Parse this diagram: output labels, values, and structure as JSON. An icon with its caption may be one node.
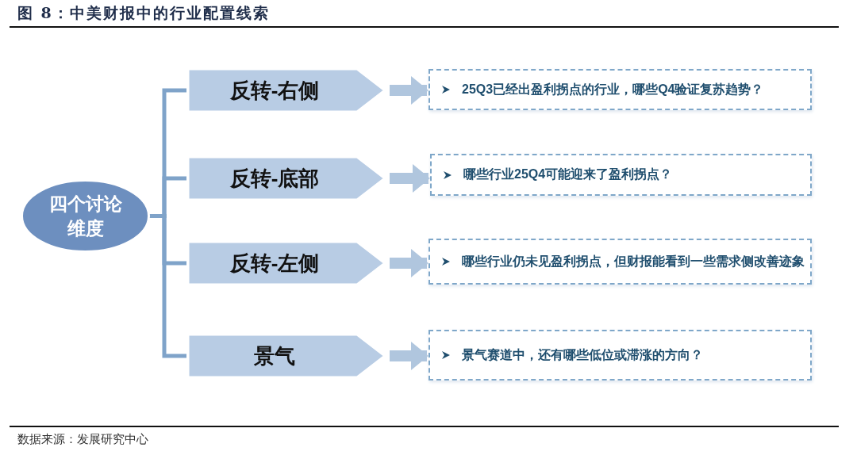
{
  "diagram": {
    "title": "图 8：中美财报中的行业配置线索",
    "nodes": [
      {
        "text": [
          "四个讨论维度"
        ]
      },
      {
        "text": [
          "反转-右侧"
        ]
      },
      {
        "text": [
          "反转-底部"
        ]
      },
      {
        "text": [
          "反转-左侧"
        ]
      },
      {
        "text": [
          "景气"
        ]
      },
      {
        "text": [
          "25Q3已经出盈利拐点的行业，哪些Q4验证复苏趋势？"
        ]
      },
      {
        "text": [
          "哪些行业25Q4可能迎来了盈利拐点？"
        ]
      },
      {
        "text": [
          "哪些行业仍未见盈利拐点，但财报能看到一些需求侧改善迹象"
        ]
      },
      {
        "text": [
          "景气赛道中，还有哪些低位或滞涨的方向？"
        ]
      }
    ],
    "edges": [
      {
        "from": 0,
        "to": 1,
        "arrow": "none"
      },
      {
        "from": 0,
        "to": 2,
        "arrow": "none"
      },
      {
        "from": 0,
        "to": 3,
        "arrow": "none"
      },
      {
        "from": 0,
        "to": 4,
        "arrow": "none"
      },
      {
        "from": 1,
        "to": 5,
        "arrow": "to",
        "style": "thick"
      },
      {
        "from": 2,
        "to": 6,
        "arrow": "to",
        "style": "thick"
      },
      {
        "from": 3,
        "to": 7,
        "arrow": "to",
        "style": "thick"
      },
      {
        "from": 4,
        "to": 8,
        "arrow": "to",
        "style": "thick"
      }
    ],
    "caption": "数据来源：发展研究中心"
  }
}
